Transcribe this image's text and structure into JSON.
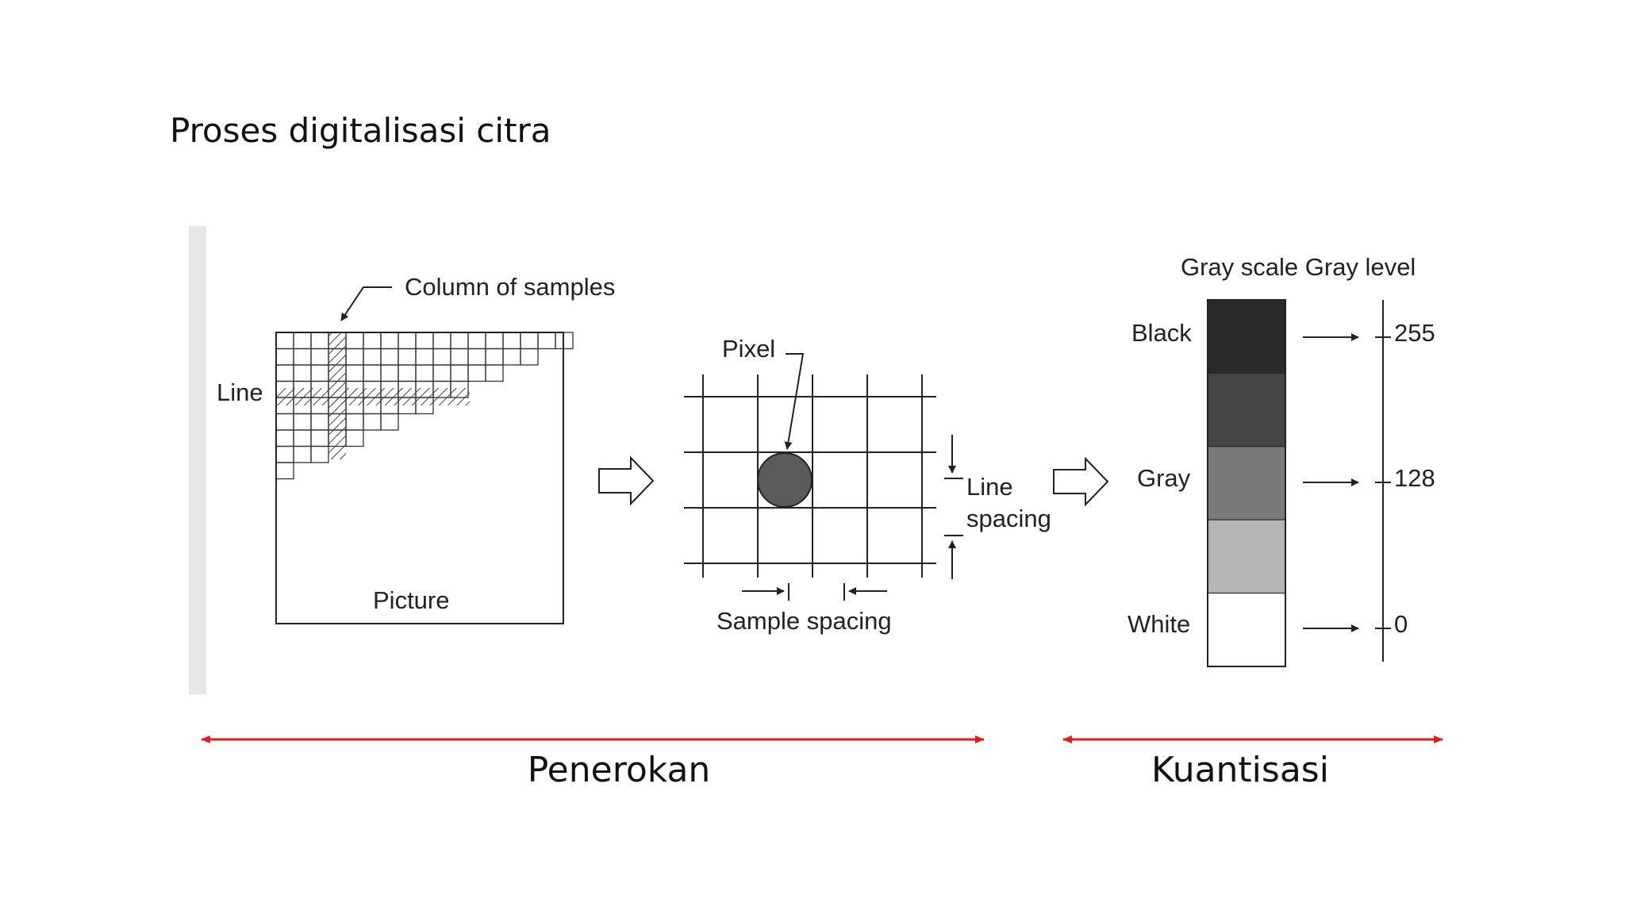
{
  "slide": {
    "title": "Proses digitalisasi citra"
  },
  "sampling": {
    "column_of_samples": "Column of samples",
    "line": "Line",
    "picture": "Picture",
    "pixel": "Pixel",
    "line_spacing_1": "Line",
    "line_spacing_2": "spacing",
    "sample_spacing": "Sample spacing"
  },
  "quantization": {
    "header": "Gray scale Gray level",
    "levels": [
      {
        "name": "Black",
        "value": "255"
      },
      {
        "name": "Gray",
        "value": "128"
      },
      {
        "name": "White",
        "value": "0"
      }
    ],
    "swatch_colors": [
      "#2a2a2a",
      "#454545",
      "#7a7a7a",
      "#b4b4b4",
      "#ffffff"
    ]
  },
  "captions": {
    "sampling": "Penerokan",
    "quantization": "Kuantisasi"
  },
  "colors": {
    "range_arrow": "#e31b1b",
    "line": "#222222"
  }
}
